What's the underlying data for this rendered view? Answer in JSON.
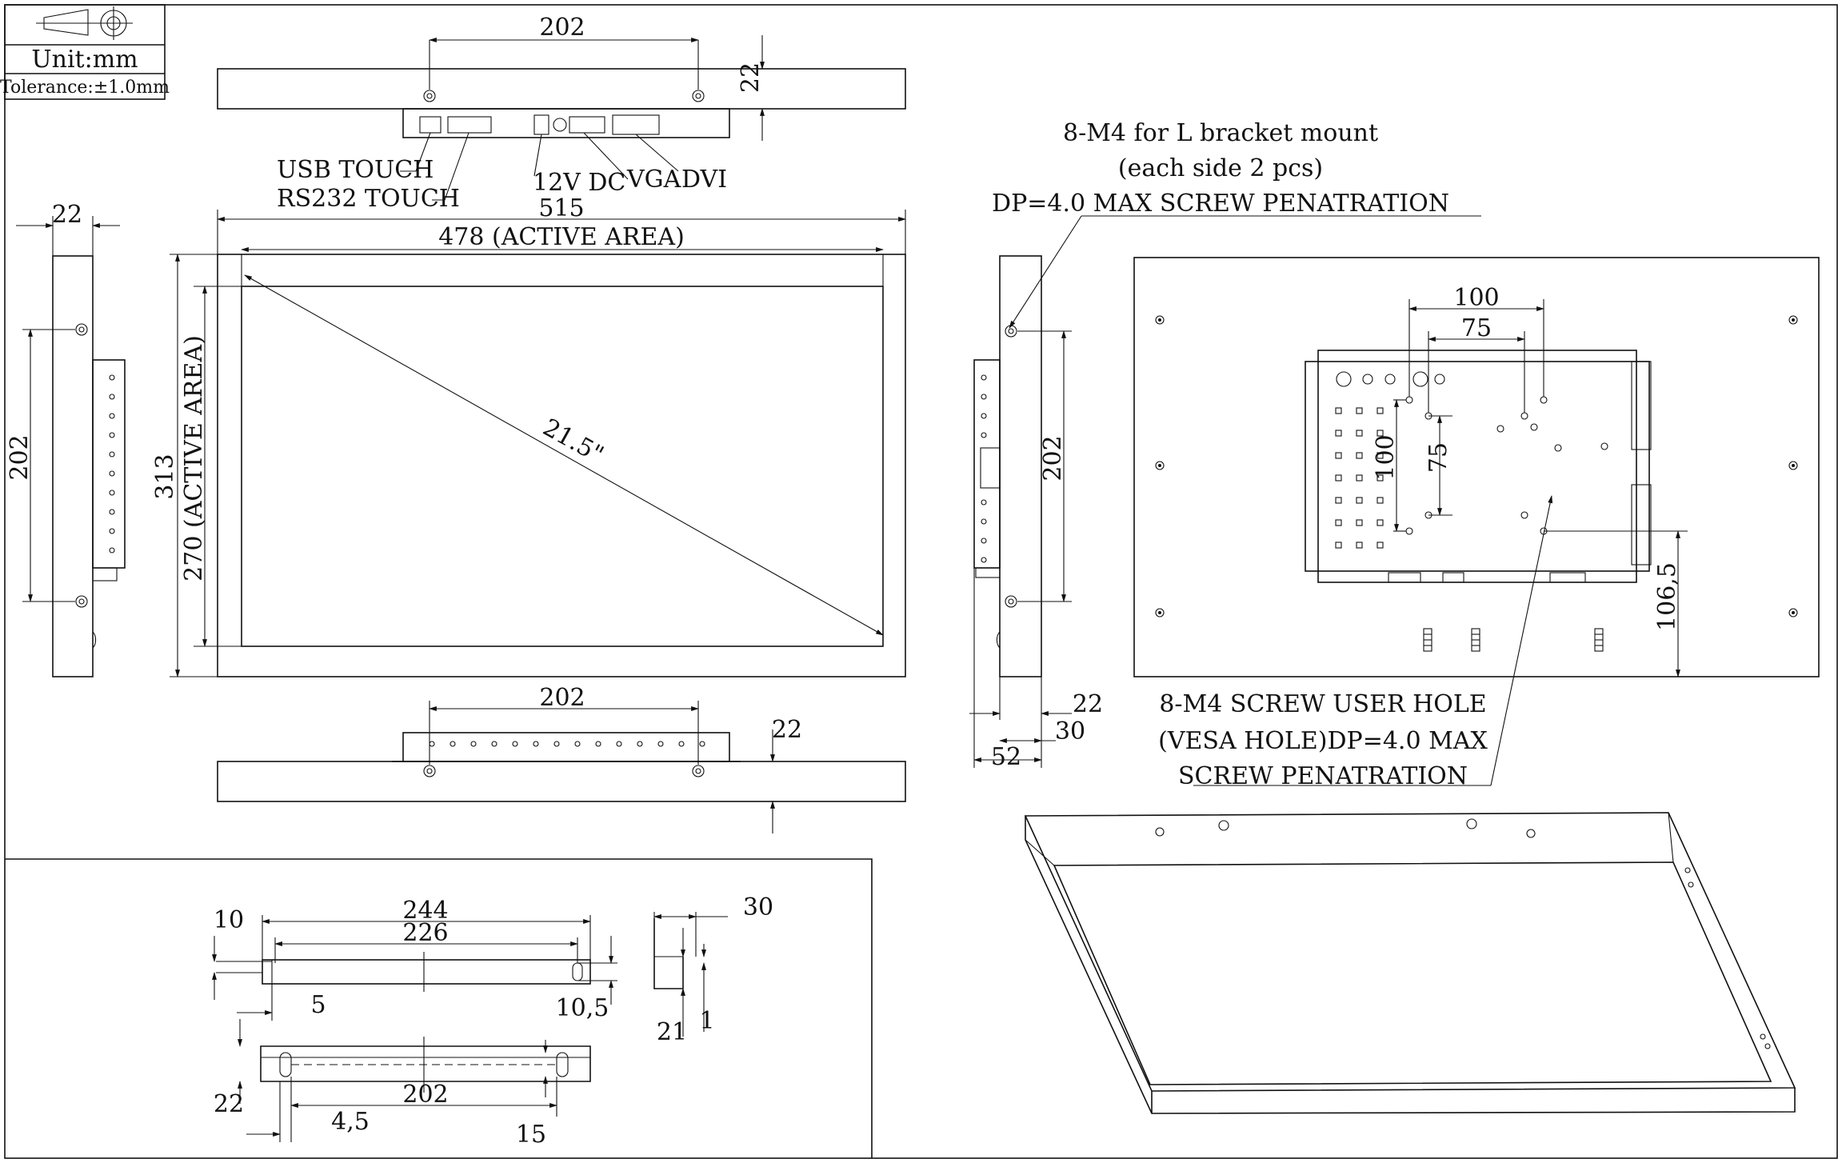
{
  "title_block": {
    "unit": "Unit:mm",
    "tolerance": "Tolerance:±1.0mm"
  },
  "top_view": {
    "dim_holes": "202",
    "dim_depth": "22",
    "port_usb": "USB TOUCH",
    "port_rs232": "RS232 TOUCH",
    "port_12v": "12V DC",
    "port_vga": "VGA",
    "port_dvi": "DVI"
  },
  "front_view": {
    "dim_width": "515",
    "dim_active_width": "478 (ACTIVE AREA)",
    "dim_height": "313",
    "dim_active_height": "270 (ACTIVE AREA)",
    "diagonal": "21.5\""
  },
  "left_view": {
    "dim_depth": "22",
    "dim_holes": "202"
  },
  "right_view": {
    "dim_holes": "202",
    "dim_22": "22",
    "dim_30": "30",
    "dim_52": "52"
  },
  "bottom_view": {
    "dim_holes": "202",
    "dim_depth": "22"
  },
  "back_view": {
    "note_bracket_1": "8-M4 for L bracket mount",
    "note_bracket_2": "(each side 2 pcs)",
    "note_bracket_3": "DP=4.0 MAX SCREW PENATRATION",
    "vesa_100_h": "100",
    "vesa_75_h": "75",
    "vesa_100_v": "100",
    "vesa_75_v": "75",
    "dim_106": "106,5",
    "note_vesa_1": "8-M4 SCREW USER HOLE",
    "note_vesa_2": "(VESA HOLE)DP=4.0 MAX",
    "note_vesa_3": "SCREW PENATRATION"
  },
  "bracket_details": {
    "dim_244": "244",
    "dim_226": "226",
    "dim_10": "10",
    "dim_5": "5",
    "dim_10_5": "10,5",
    "dim_30": "30",
    "dim_21": "21",
    "dim_1": "1",
    "dim_202": "202",
    "dim_22": "22",
    "dim_4_5": "4,5",
    "dim_15": "15"
  }
}
